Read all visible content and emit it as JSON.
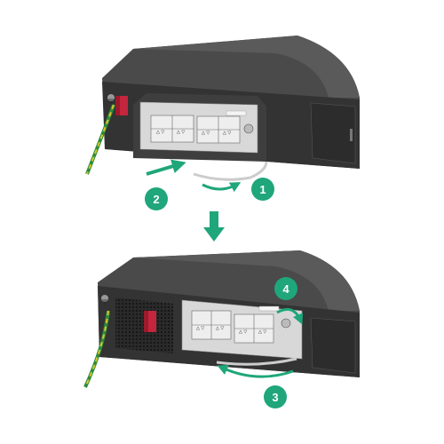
{
  "diagram": {
    "colors": {
      "accent_green": "#1fa67a",
      "chassis_dark": "#3a3a3a",
      "chassis_mid": "#4a4a4a",
      "module_face": "#dcdcdc",
      "ear_red": "#c4263d",
      "cable_yellow": "#d6c826",
      "cable_green": "#2e8b3c"
    },
    "steps": [
      {
        "number": "1",
        "action": "clockwise-arrow"
      },
      {
        "number": "2",
        "action": "straight-arrow"
      },
      {
        "number": "3",
        "action": "curved-arrow"
      },
      {
        "number": "4",
        "action": "rotate-arrow"
      }
    ],
    "icons": [
      "ground-icon",
      "down-arrow-icon",
      "captive-screw-icon",
      "pull-handle-icon"
    ]
  }
}
